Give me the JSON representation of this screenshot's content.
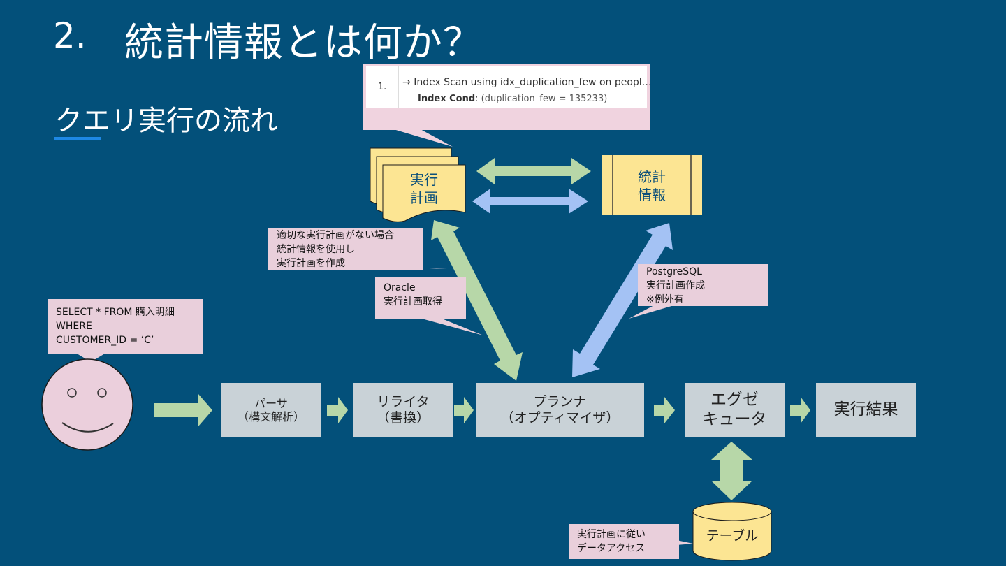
{
  "title": {
    "number": "2.",
    "text": "統計情報とは何か？"
  },
  "subtitle": "クエリ実行の流れ",
  "screenshot": {
    "row_number": "1.",
    "line1": "Index Scan using idx_duplication_few on peopl…",
    "cond_label": "Index Cond",
    "cond_value": ": (duplication_few = 135233)"
  },
  "documents": {
    "plan": [
      "実行",
      "計画"
    ],
    "stats": [
      "統計",
      "情報"
    ]
  },
  "notes": {
    "no_plan": [
      "適切な実行計画がない場合",
      "統計情報を使用し",
      "実行計画を作成"
    ],
    "oracle": [
      "Oracle",
      "実行計画取得"
    ],
    "postgres": [
      "PostgreSQL",
      "実行計画作成",
      "※例外有"
    ],
    "query": [
      "SELECT * FROM 購入明細",
      "WHERE",
      "CUSTOMER_ID = ‘C’"
    ],
    "data_access": [
      "実行計画に従い",
      "データアクセス"
    ]
  },
  "flow": {
    "parser": [
      "パーサ",
      "（構文解析）"
    ],
    "rewriter": [
      "リライタ",
      "（書換）"
    ],
    "planner": [
      "プランナ",
      "（オプティマイザ）"
    ],
    "executor": [
      "エグゼ",
      "キュータ"
    ],
    "result": "実行結果"
  },
  "table_label": "テーブル",
  "colors": {
    "background": "#03507a",
    "box": "#c9d2d7",
    "note": "#e9cfdb",
    "document": "#fce593",
    "green_arrow": "#b7d7a8",
    "blue_arrow": "#a4c2f4",
    "accent_underline": "#1e88e5"
  }
}
